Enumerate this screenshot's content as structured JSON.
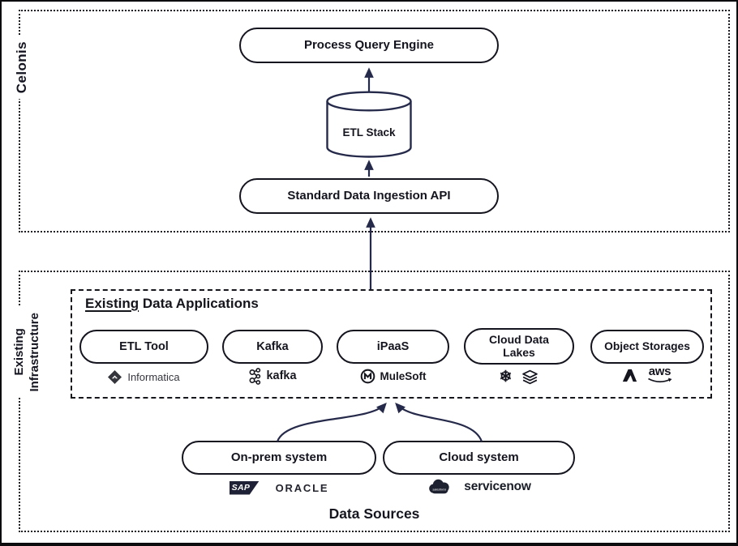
{
  "diagram": {
    "celonis": {
      "label": "Celonis",
      "process_query_engine": "Process Query Engine",
      "etl_stack": "ETL Stack",
      "ingestion_api": "Standard Data Ingestion API"
    },
    "infrastructure": {
      "label_line1": "Existing",
      "label_line2": "Infrastructure",
      "apps": {
        "title_underlined": "Existing",
        "title_rest": " Data Applications",
        "pills": [
          {
            "label": "ETL Tool",
            "logo": "Informatica"
          },
          {
            "label": "Kafka",
            "logo": "kafka"
          },
          {
            "label": "iPaaS",
            "logo": "MuleSoft"
          },
          {
            "label": "Cloud Data Lakes",
            "logo": "snowflake + databricks"
          },
          {
            "label": "Object Storages",
            "logo": "azure + aws"
          }
        ],
        "logo_text": {
          "informatica": "Informatica",
          "kafka": "kafka",
          "mulesoft": "MuleSoft",
          "aws": "aws"
        }
      },
      "sources": {
        "onprem_label": "On-prem system",
        "cloud_label": "Cloud system",
        "sap": "SAP",
        "oracle": "ORACLE",
        "salesforce": "salesforce",
        "servicenow": "servicenow",
        "caption": "Data Sources"
      }
    },
    "icons": {
      "snowflake_glyph": "❄"
    },
    "colors": {
      "arrow_navy": "#262a4a",
      "ink": "#15161f"
    }
  }
}
